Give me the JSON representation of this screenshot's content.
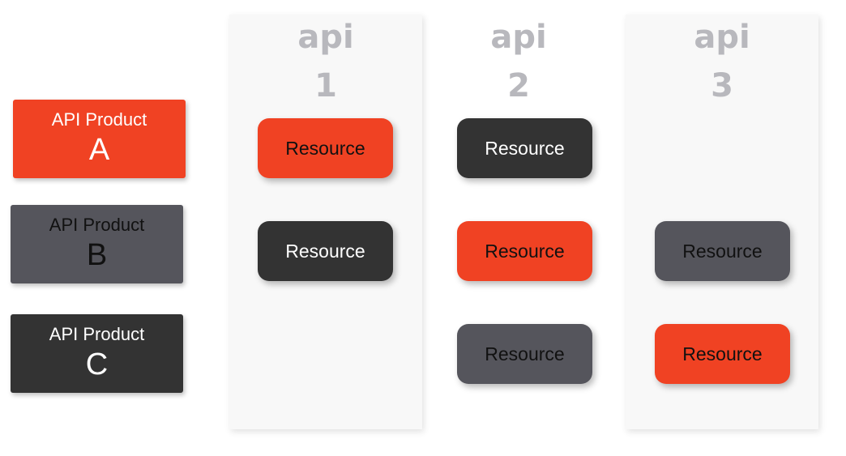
{
  "colors": {
    "accent_red": "#f04223",
    "dark": "#333333",
    "gray": "#55555c",
    "title_gray": "#b8b8bd",
    "panel_bg": "#f8f8f8"
  },
  "products": [
    {
      "label": "API Product",
      "letter": "A",
      "color": "#f04223"
    },
    {
      "label": "API Product",
      "letter": "B",
      "color": "#55555c"
    },
    {
      "label": "API Product",
      "letter": "C",
      "color": "#333333"
    }
  ],
  "apis": [
    {
      "word": "api",
      "number": "1",
      "resources": [
        {
          "label": "Resource",
          "color": "red"
        },
        {
          "label": "Resource",
          "color": "dark"
        }
      ]
    },
    {
      "word": "api",
      "number": "2",
      "resources": [
        {
          "label": "Resource",
          "color": "dark"
        },
        {
          "label": "Resource",
          "color": "red"
        },
        {
          "label": "Resource",
          "color": "gray"
        }
      ]
    },
    {
      "word": "api",
      "number": "3",
      "resources": [
        {
          "label": "Resource",
          "color": "gray"
        },
        {
          "label": "Resource",
          "color": "red"
        }
      ]
    }
  ]
}
